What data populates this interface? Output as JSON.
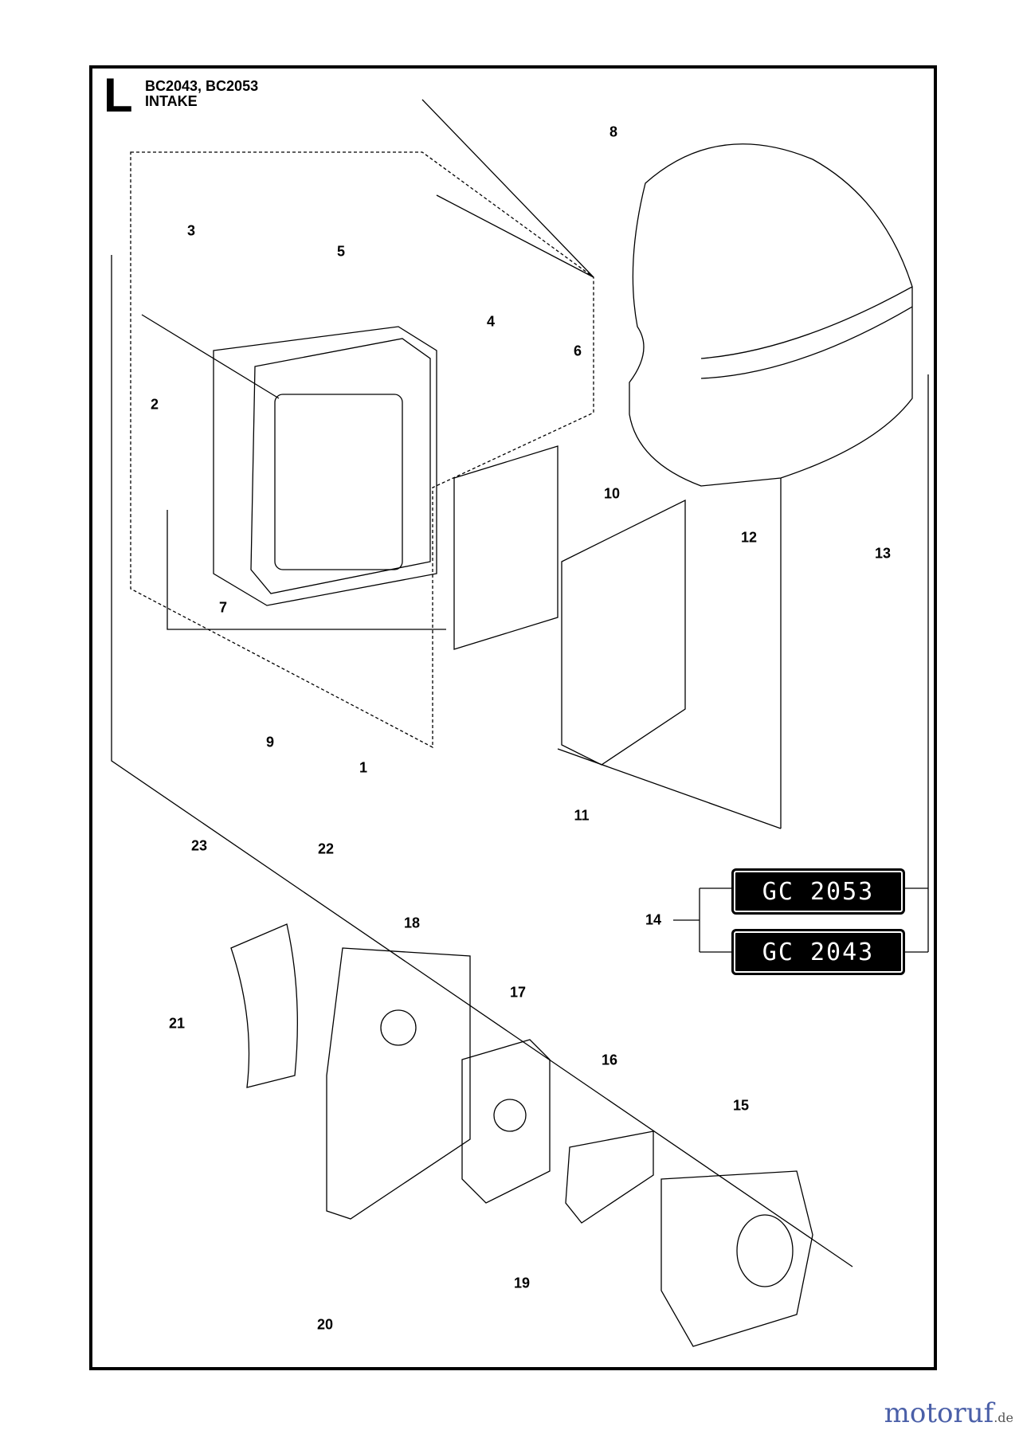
{
  "header": {
    "section_letter": "L",
    "models": "BC2043, BC2053",
    "title": "INTAKE"
  },
  "callouts": [
    {
      "id": "1",
      "label": "1"
    },
    {
      "id": "2",
      "label": "2"
    },
    {
      "id": "3",
      "label": "3"
    },
    {
      "id": "4",
      "label": "4"
    },
    {
      "id": "5",
      "label": "5"
    },
    {
      "id": "6",
      "label": "6"
    },
    {
      "id": "7",
      "label": "7"
    },
    {
      "id": "8",
      "label": "8"
    },
    {
      "id": "9",
      "label": "9"
    },
    {
      "id": "10",
      "label": "10"
    },
    {
      "id": "11",
      "label": "11"
    },
    {
      "id": "12",
      "label": "12"
    },
    {
      "id": "13",
      "label": "13"
    },
    {
      "id": "14",
      "label": "14"
    },
    {
      "id": "15",
      "label": "15"
    },
    {
      "id": "16",
      "label": "16"
    },
    {
      "id": "17",
      "label": "17"
    },
    {
      "id": "18",
      "label": "18"
    },
    {
      "id": "19",
      "label": "19"
    },
    {
      "id": "20",
      "label": "20"
    },
    {
      "id": "21",
      "label": "21"
    },
    {
      "id": "22",
      "label": "22"
    },
    {
      "id": "23",
      "label": "23"
    }
  ],
  "decals": [
    {
      "label": "GC 2053"
    },
    {
      "label": "GC 2043"
    }
  ],
  "watermark": {
    "brand": "motoruf",
    "tld": ".de"
  },
  "colors": {
    "line": "#000000",
    "background": "#ffffff"
  }
}
